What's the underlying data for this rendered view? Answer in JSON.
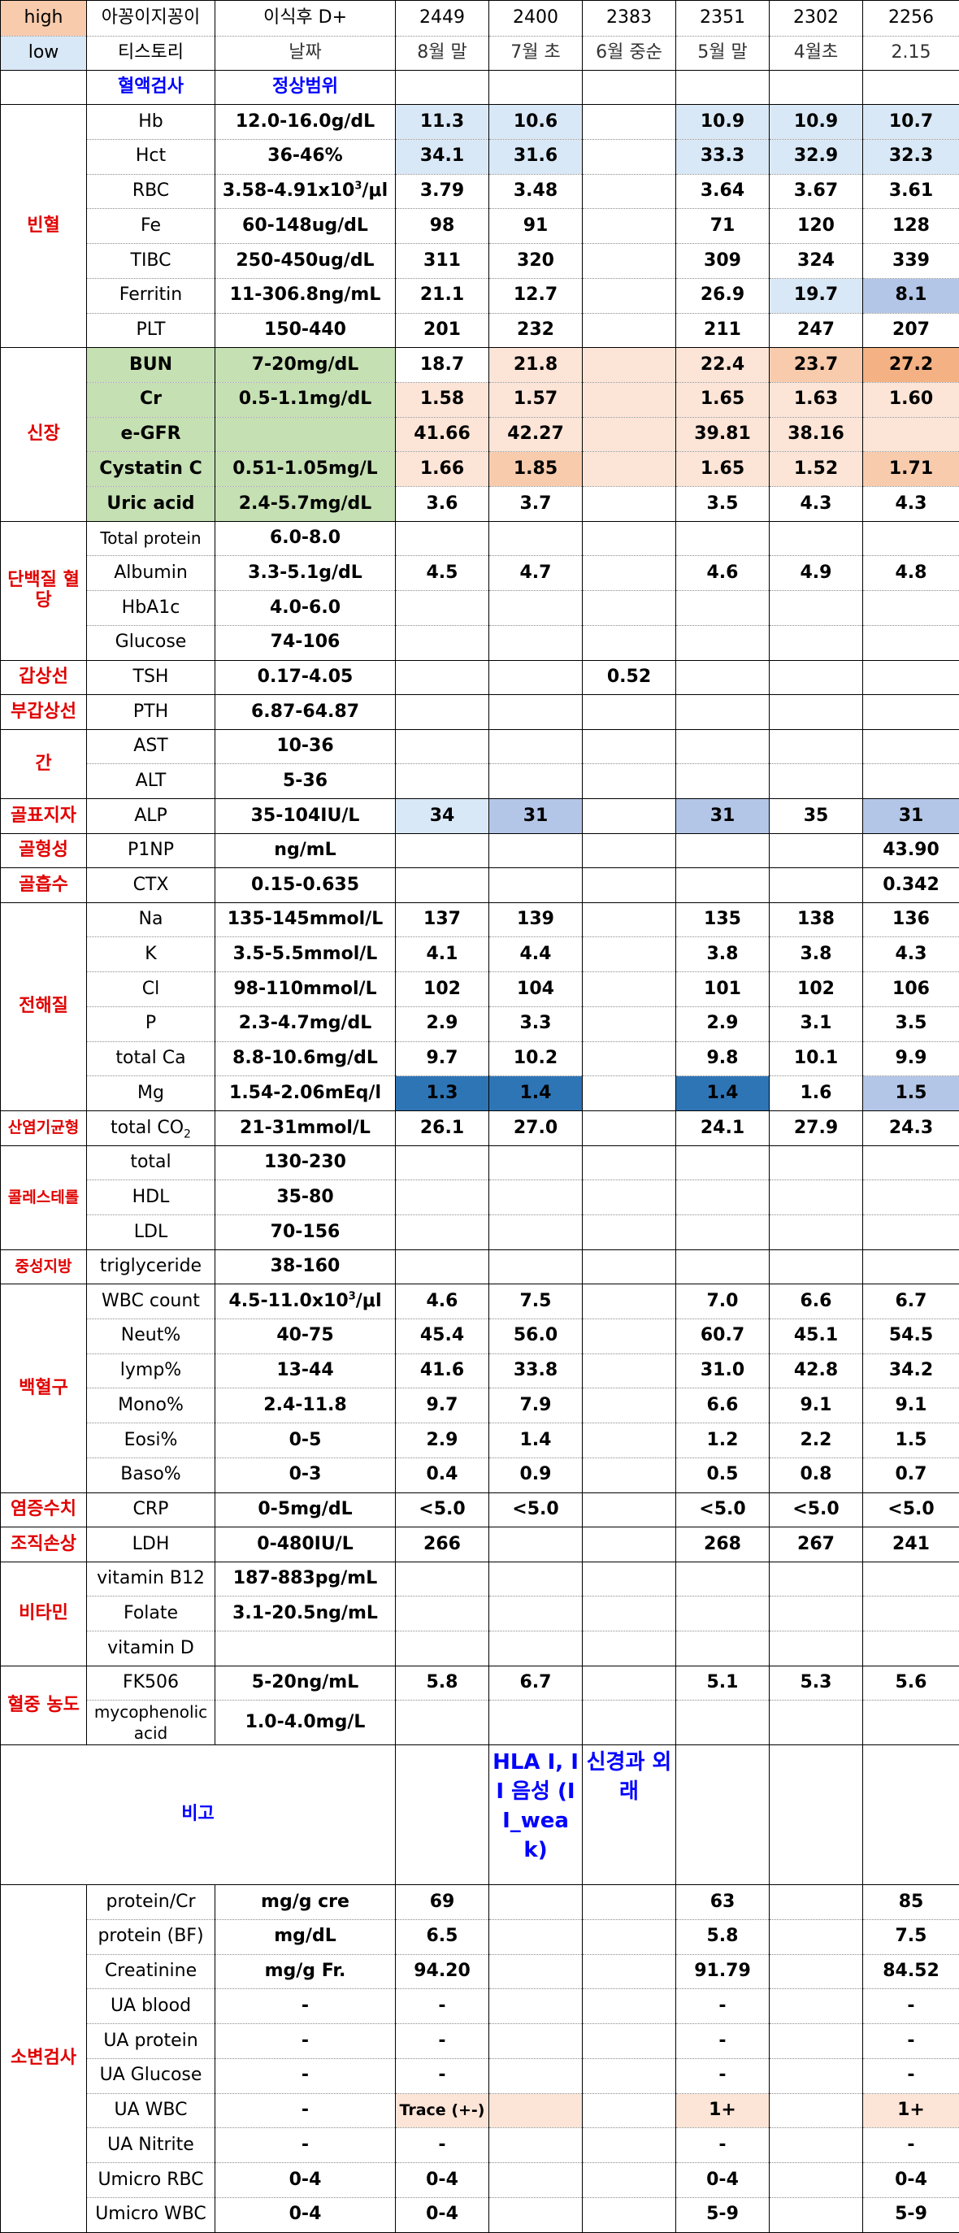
{
  "colors": {
    "high": "#f8cbad",
    "low": "#d9e8f6",
    "low_strong": "#b4c6e7",
    "low_deep": "#2e75b6",
    "peach_light": "#fce4d6",
    "peach": "#f8cbad",
    "orange": "#f4b183",
    "green": "#c5e0b3",
    "category_red": "#e00000",
    "header_blue": "#0000ff"
  },
  "legend": {
    "high": "high",
    "low": "low"
  },
  "header": {
    "title1": "아꽁이지꽁이",
    "title2": "티스토리",
    "post_label": "이식후 D+",
    "date_label": "날짜",
    "test_col": "혈액검사",
    "range_col": "정상범위",
    "columns": [
      {
        "day": "2449",
        "date": "8월 말"
      },
      {
        "day": "2400",
        "date": "7월 초"
      },
      {
        "day": "2383",
        "date": "6월 중순"
      },
      {
        "day": "2351",
        "date": "5월 말"
      },
      {
        "day": "2302",
        "date": "4월초"
      },
      {
        "day": "2256",
        "date": "2.15"
      }
    ]
  },
  "categories": {
    "anemia": "빈혈",
    "kidney": "신장",
    "protein_sugar": "단백질\n혈당",
    "thyroid": "갑상선",
    "parathyroid": "부갑상선",
    "liver": "간",
    "bone_marker": "골표지자",
    "bone_formation": "골형성",
    "bone_resorption": "골흡수",
    "electrolyte": "전해질",
    "acid_base": "산염기균형",
    "cholesterol": "콜레스테롤",
    "triglyceride": "중성지방",
    "wbc": "백혈구",
    "inflammation": "염증수치",
    "tissue": "조직손상",
    "vitamin": "비타민",
    "drug_level": "혈중 농도",
    "urine": "소변검사"
  },
  "rows": {
    "hb": {
      "name": "Hb",
      "range": "12.0-16.0g/dL",
      "values": [
        "11.3",
        "10.6",
        "",
        "10.9",
        "10.9",
        "10.7"
      ]
    },
    "hct": {
      "name": "Hct",
      "range": "36-46%",
      "values": [
        "34.1",
        "31.6",
        "",
        "33.3",
        "32.9",
        "32.3"
      ]
    },
    "rbc": {
      "name": "RBC",
      "range_prefix": "3.58-4.91x10",
      "range_sup": "3",
      "range_suffix": "/μl",
      "values": [
        "3.79",
        "3.48",
        "",
        "3.64",
        "3.67",
        "3.61"
      ]
    },
    "fe": {
      "name": "Fe",
      "range": "60-148ug/dL",
      "values": [
        "98",
        "91",
        "",
        "71",
        "120",
        "128"
      ]
    },
    "tibc": {
      "name": "TIBC",
      "range": "250-450ug/dL",
      "values": [
        "311",
        "320",
        "",
        "309",
        "324",
        "339"
      ]
    },
    "ferritin": {
      "name": "Ferritin",
      "range": "11-306.8ng/mL",
      "values": [
        "21.1",
        "12.7",
        "",
        "26.9",
        "19.7",
        "8.1"
      ]
    },
    "plt": {
      "name": "PLT",
      "range": "150-440",
      "values": [
        "201",
        "232",
        "",
        "211",
        "247",
        "207"
      ]
    },
    "bun": {
      "name": "BUN",
      "range": "7-20mg/dL",
      "values": [
        "18.7",
        "21.8",
        "",
        "22.4",
        "23.7",
        "27.2"
      ]
    },
    "cr": {
      "name": "Cr",
      "range": "0.5-1.1mg/dL",
      "values": [
        "1.58",
        "1.57",
        "",
        "1.65",
        "1.63",
        "1.60"
      ]
    },
    "egfr": {
      "name": "e-GFR",
      "range": "",
      "values": [
        "41.66",
        "42.27",
        "",
        "39.81",
        "38.16",
        ""
      ]
    },
    "cystatin": {
      "name": "Cystatin C",
      "range": "0.51-1.05mg/L",
      "values": [
        "1.66",
        "1.85",
        "",
        "1.65",
        "1.52",
        "1.71"
      ]
    },
    "uric": {
      "name": "Uric acid",
      "range": "2.4-5.7mg/dL",
      "values": [
        "3.6",
        "3.7",
        "",
        "3.5",
        "4.3",
        "4.3"
      ]
    },
    "total_protein": {
      "name": "Total protein",
      "range": "6.0-8.0",
      "values": [
        "",
        "",
        "",
        "",
        "",
        ""
      ]
    },
    "albumin": {
      "name": "Albumin",
      "range": "3.3-5.1g/dL",
      "values": [
        "4.5",
        "4.7",
        "",
        "4.6",
        "4.9",
        "4.8"
      ]
    },
    "hba1c": {
      "name": "HbA1c",
      "range": "4.0-6.0",
      "values": [
        "",
        "",
        "",
        "",
        "",
        ""
      ]
    },
    "glucose": {
      "name": "Glucose",
      "range": "74-106",
      "values": [
        "",
        "",
        "",
        "",
        "",
        ""
      ]
    },
    "tsh": {
      "name": "TSH",
      "range": "0.17-4.05",
      "values": [
        "",
        "",
        "0.52",
        "",
        "",
        ""
      ]
    },
    "pth": {
      "name": "PTH",
      "range": "6.87-64.87",
      "values": [
        "",
        "",
        "",
        "",
        "",
        ""
      ]
    },
    "ast": {
      "name": "AST",
      "range": "10-36",
      "values": [
        "",
        "",
        "",
        "",
        "",
        ""
      ]
    },
    "alt": {
      "name": "ALT",
      "range": "5-36",
      "values": [
        "",
        "",
        "",
        "",
        "",
        ""
      ]
    },
    "alp": {
      "name": "ALP",
      "range": "35-104IU/L",
      "values": [
        "34",
        "31",
        "",
        "31",
        "35",
        "31"
      ]
    },
    "p1np": {
      "name": "P1NP",
      "range": "ng/mL",
      "values": [
        "",
        "",
        "",
        "",
        "",
        "43.90"
      ]
    },
    "ctx": {
      "name": "CTX",
      "range": "0.15-0.635",
      "values": [
        "",
        "",
        "",
        "",
        "",
        "0.342"
      ]
    },
    "na": {
      "name": "Na",
      "range": "135-145mmol/L",
      "values": [
        "137",
        "139",
        "",
        "135",
        "138",
        "136"
      ]
    },
    "k": {
      "name": "K",
      "range": "3.5-5.5mmol/L",
      "values": [
        "4.1",
        "4.4",
        "",
        "3.8",
        "3.8",
        "4.3"
      ]
    },
    "cl": {
      "name": "Cl",
      "range": "98-110mmol/L",
      "values": [
        "102",
        "104",
        "",
        "101",
        "102",
        "106"
      ]
    },
    "p": {
      "name": "P",
      "range": "2.3-4.7mg/dL",
      "values": [
        "2.9",
        "3.3",
        "",
        "2.9",
        "3.1",
        "3.5"
      ]
    },
    "tca": {
      "name": "total Ca",
      "range": "8.8-10.6mg/dL",
      "values": [
        "9.7",
        "10.2",
        "",
        "9.8",
        "10.1",
        "9.9"
      ]
    },
    "mg": {
      "name": "Mg",
      "range": "1.54-2.06mEq/l",
      "values": [
        "1.3",
        "1.4",
        "",
        "1.4",
        "1.6",
        "1.5"
      ]
    },
    "co2": {
      "name_prefix": "total CO",
      "name_sub": "2",
      "range": "21-31mmol/L",
      "values": [
        "26.1",
        "27.0",
        "",
        "24.1",
        "27.9",
        "24.3"
      ]
    },
    "chol_total": {
      "name": "total",
      "range": "130-230",
      "values": [
        "",
        "",
        "",
        "",
        "",
        ""
      ]
    },
    "hdl": {
      "name": "HDL",
      "range": "35-80",
      "values": [
        "",
        "",
        "",
        "",
        "",
        ""
      ]
    },
    "ldl": {
      "name": "LDL",
      "range": "70-156",
      "values": [
        "",
        "",
        "",
        "",
        "",
        ""
      ]
    },
    "tg": {
      "name": "triglyceride",
      "range": "38-160",
      "values": [
        "",
        "",
        "",
        "",
        "",
        ""
      ]
    },
    "wbc": {
      "name": "WBC count",
      "range_prefix": "4.5-11.0x10",
      "range_sup": "3",
      "range_suffix": "/μl",
      "values": [
        "4.6",
        "7.5",
        "",
        "7.0",
        "6.6",
        "6.7"
      ]
    },
    "neut": {
      "name": "Neut%",
      "range": "40-75",
      "values": [
        "45.4",
        "56.0",
        "",
        "60.7",
        "45.1",
        "54.5"
      ]
    },
    "lymp": {
      "name": "lymp%",
      "range": "13-44",
      "values": [
        "41.6",
        "33.8",
        "",
        "31.0",
        "42.8",
        "34.2"
      ]
    },
    "mono": {
      "name": "Mono%",
      "range": "2.4-11.8",
      "values": [
        "9.7",
        "7.9",
        "",
        "6.6",
        "9.1",
        "9.1"
      ]
    },
    "eosi": {
      "name": "Eosi%",
      "range": "0-5",
      "values": [
        "2.9",
        "1.4",
        "",
        "1.2",
        "2.2",
        "1.5"
      ]
    },
    "baso": {
      "name": "Baso%",
      "range": "0-3",
      "values": [
        "0.4",
        "0.9",
        "",
        "0.5",
        "0.8",
        "0.7"
      ]
    },
    "crp": {
      "name": "CRP",
      "range": "0-5mg/dL",
      "values": [
        "<5.0",
        "<5.0",
        "",
        "<5.0",
        "<5.0",
        "<5.0"
      ]
    },
    "ldh": {
      "name": "LDH",
      "range": "0-480IU/L",
      "values": [
        "266",
        "",
        "",
        "268",
        "267",
        "241"
      ]
    },
    "b12": {
      "name": "vitamin B12",
      "range": "187-883pg/mL",
      "values": [
        "",
        "",
        "",
        "",
        "",
        ""
      ]
    },
    "folate": {
      "name": "Folate",
      "range": "3.1-20.5ng/mL",
      "values": [
        "",
        "",
        "",
        "",
        "",
        ""
      ]
    },
    "vitd": {
      "name": "vitamin D",
      "range": "",
      "values": [
        "",
        "",
        "",
        "",
        "",
        ""
      ]
    },
    "fk506": {
      "name": "FK506",
      "range": "5-20ng/mL",
      "values": [
        "5.8",
        "6.7",
        "",
        "5.1",
        "5.3",
        "5.6"
      ]
    },
    "mpa": {
      "name": "mycophenolic acid",
      "range": "1.0-4.0mg/L",
      "values": [
        "",
        "",
        "",
        "",
        "",
        ""
      ]
    },
    "protein_cr": {
      "name": "protein/Cr",
      "range": "mg/g cre",
      "values": [
        "69",
        "",
        "",
        "63",
        "",
        "85"
      ]
    },
    "protein_bf": {
      "name": "protein (BF)",
      "range": "mg/dL",
      "values": [
        "6.5",
        "",
        "",
        "5.8",
        "",
        "7.5"
      ]
    },
    "creatinine": {
      "name": "Creatinine",
      "range": "mg/g Fr.",
      "values": [
        "94.20",
        "",
        "",
        "91.79",
        "",
        "84.52"
      ]
    },
    "ua_blood": {
      "name": "UA blood",
      "range": "-",
      "values": [
        "-",
        "",
        "",
        "-",
        "",
        "-"
      ]
    },
    "ua_protein": {
      "name": "UA protein",
      "range": "-",
      "values": [
        "-",
        "",
        "",
        "-",
        "",
        "-"
      ]
    },
    "ua_glucose": {
      "name": "UA Glucose",
      "range": "-",
      "values": [
        "-",
        "",
        "",
        "-",
        "",
        "-"
      ]
    },
    "ua_wbc": {
      "name": "UA WBC",
      "range": "-",
      "values": [
        "Trace (+-)",
        "",
        "",
        "1+",
        "",
        "1+"
      ]
    },
    "ua_nitrite": {
      "name": "UA Nitrite",
      "range": "-",
      "values": [
        "-",
        "",
        "",
        "-",
        "",
        "-"
      ]
    },
    "umicro_rbc": {
      "name": "Umicro RBC",
      "range": "0-4",
      "values": [
        "0-4",
        "",
        "",
        "0-4",
        "",
        "0-4"
      ]
    },
    "umicro_wbc": {
      "name": "Umicro WBC",
      "range": "0-4",
      "values": [
        "0-4",
        "",
        "",
        "5-9",
        "",
        "5-9"
      ]
    }
  },
  "remarks": {
    "label": "비고",
    "col2400": "HLA I, II 음성 (II_weak)",
    "col2383": "신경과 외래"
  }
}
